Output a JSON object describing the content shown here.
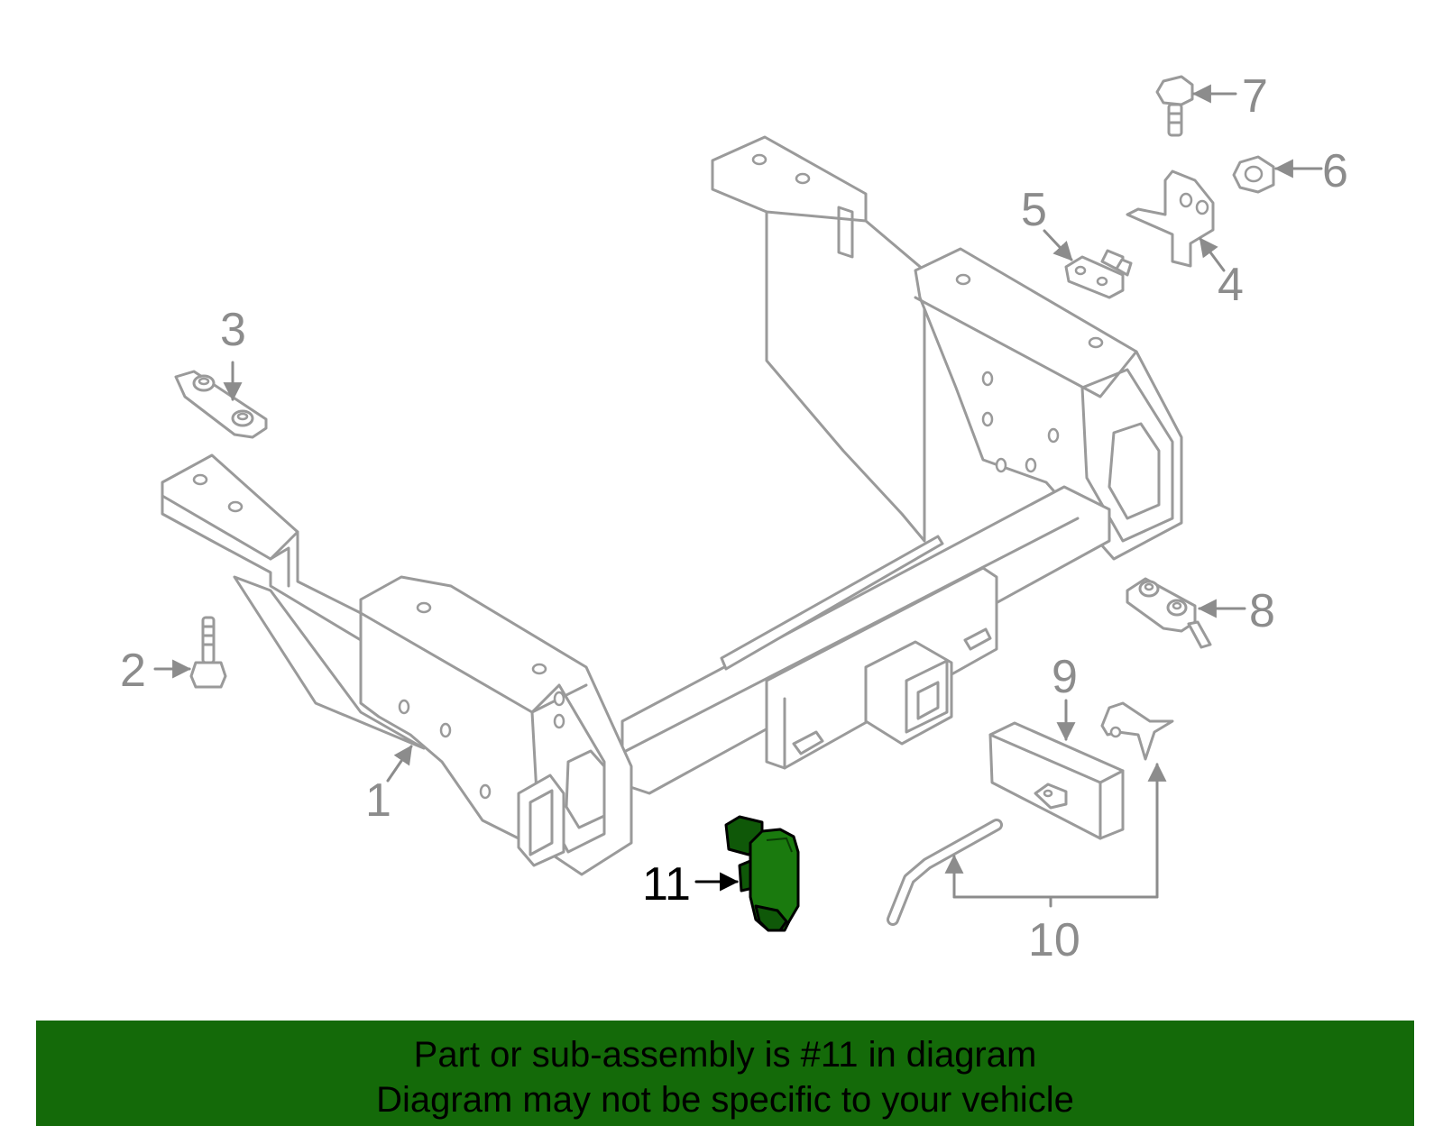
{
  "diagram": {
    "callouts": [
      {
        "id": "1",
        "label": "1"
      },
      {
        "id": "2",
        "label": "2"
      },
      {
        "id": "3",
        "label": "3"
      },
      {
        "id": "4",
        "label": "4"
      },
      {
        "id": "5",
        "label": "5"
      },
      {
        "id": "6",
        "label": "6"
      },
      {
        "id": "7",
        "label": "7"
      },
      {
        "id": "8",
        "label": "8"
      },
      {
        "id": "9",
        "label": "9"
      },
      {
        "id": "10",
        "label": "10"
      },
      {
        "id": "11",
        "label": "11"
      }
    ],
    "highlighted_part": "11",
    "colors": {
      "line_gray": "#9a9a9a",
      "label_gray": "#8c8c8c",
      "highlight_green": "#1a7a0e",
      "banner_green": "#146a09",
      "text_black": "#000000"
    }
  },
  "footer": {
    "line1": "Part or sub-assembly is #11 in diagram",
    "line2": "Diagram may not be specific to your vehicle"
  }
}
